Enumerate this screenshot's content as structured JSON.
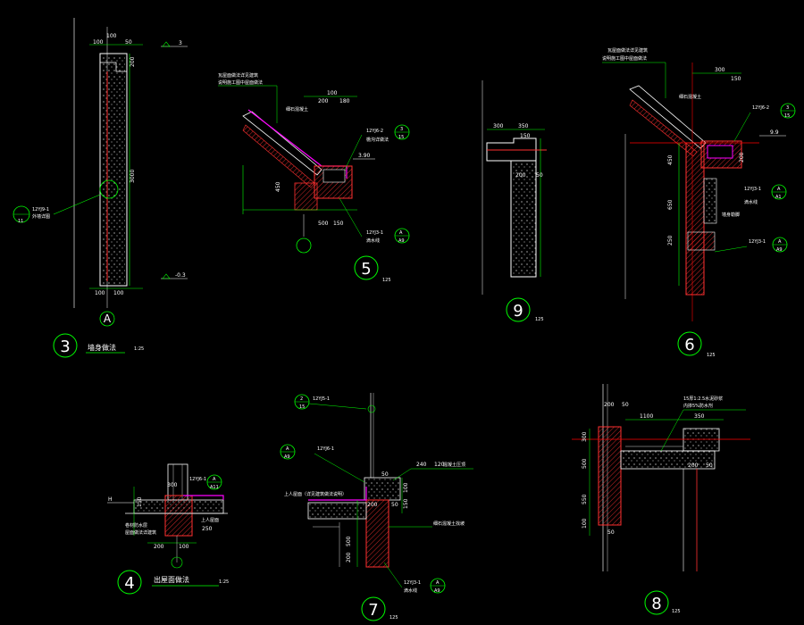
{
  "colors": {
    "background": "#000000",
    "outline": "#00ff00",
    "wall": "#ffffff",
    "hatch": "#ff3030",
    "flashing": "#ff00ff",
    "text": "#ffffff",
    "centerline": "#ff0000",
    "gridline": "#cfcfcf"
  },
  "detail3": {
    "number": "3",
    "title": "墙身做法",
    "scale": "1:25",
    "axis": "A",
    "dims": {
      "d100a": "100",
      "d100b": "100",
      "d50": "50",
      "d200": "200",
      "d3000": "3000",
      "d100c": "100",
      "d100d": "100"
    },
    "elev_top": "3",
    "elev_bot": "-0.3",
    "ref_code": "12YJ9-1",
    "ref_note": "外墙详图",
    "ref_sub": "11"
  },
  "detail5": {
    "number": "5",
    "scale": "125",
    "note1": "瓦屋面做法详见建筑",
    "note2": "说明施工图中屋面做法",
    "note3": "细石混凝土",
    "dims": {
      "d100": "100",
      "d200": "200",
      "d180": "180",
      "d450": "450",
      "d500": "500",
      "d150": "150"
    },
    "elev": "3.90",
    "refA_code": "12YJ6-2",
    "refA_label": "3",
    "refA_sub": "15",
    "refA_note": "檐沟详做法",
    "refB_code": "12YJ3-1",
    "refB_label": "A",
    "refB_sub": "A9",
    "refB_note": "滴水线"
  },
  "detail9": {
    "number": "9",
    "scale": "125",
    "dims": {
      "d300": "300",
      "d350": "350",
      "d150": "150",
      "d200": "200",
      "d50": "50"
    }
  },
  "detail6": {
    "number": "6",
    "scale": "125",
    "note1": "瓦屋面做法详见建筑",
    "note2": "说明施工图中屋面做法",
    "note3": "细石混凝土",
    "dims": {
      "d300": "300",
      "d150": "150",
      "d450": "450",
      "d200": "200",
      "d650": "650",
      "d250": "250"
    },
    "elev": "9.9",
    "refA_code": "12YJ6-2",
    "refA_label": "3",
    "refA_sub": "15",
    "refB_code": "12YJ3-1",
    "refB_label": "A",
    "refB_sub": "A1",
    "refB_note": "滴水线",
    "refC_code": "12YJ3-1",
    "refC_label": "A",
    "refC_sub": "A9",
    "label_base": "墙身勒脚"
  },
  "detail4": {
    "number": "4",
    "title": "出屋面做法",
    "scale": "1:25",
    "dims": {
      "d300": "300",
      "d150": "150",
      "d200": "200",
      "d100": "100",
      "d250": "250"
    },
    "ref_code": "12YJ6-1",
    "ref_label": "A",
    "ref_sub": "A11",
    "elev": "H",
    "note1": "卷材防水层",
    "note2": "屋面做法详建筑",
    "note3": "上人屋面"
  },
  "detail7": {
    "number": "7",
    "scale": "125",
    "refA_label": "2",
    "refA_sub": "15",
    "refA_code": "12YJ5-1",
    "refB_label": "A",
    "refB_sub": "A9",
    "refB_code": "12YJ6-1",
    "note_parapet": "混凝土压顶",
    "note_roof": "上人屋面（详见建筑做法说明）",
    "dims": {
      "d240": "240",
      "d120": "120",
      "d50": "50",
      "d200": "200",
      "d100": "100",
      "d500": "500",
      "d150": "150"
    },
    "refC_code": "12YJ3-1",
    "refC_label": "A",
    "refC_sub": "A9",
    "note_drip": "滴水线",
    "note_mat": "细石混凝土找坡"
  },
  "detail8": {
    "number": "8",
    "scale": "125",
    "note1": "15厚1:2.5水泥砂浆",
    "note2": "内掺5%防水剂",
    "dims": {
      "d200": "200",
      "d50": "50",
      "d1100": "1100",
      "d350": "350",
      "d300": "300",
      "d500": "500",
      "d550": "550",
      "d100": "100"
    }
  }
}
